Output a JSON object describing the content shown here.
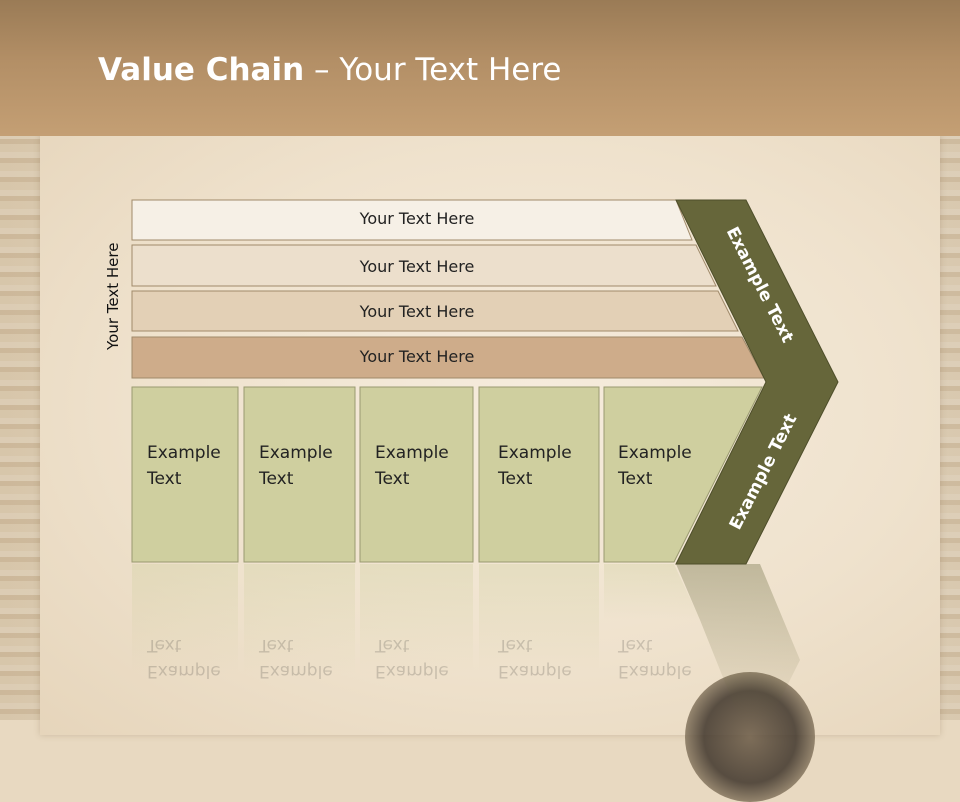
{
  "slide": {
    "title_bold": "Value Chain",
    "title_rest": " – Your Text Here",
    "side_label": "Your Text Here",
    "bars": [
      "Your Text Here",
      "Your Text Here",
      "Your Text Here",
      "Your Text Here"
    ],
    "columns": [
      {
        "line1": "Example",
        "line2": "Text"
      },
      {
        "line1": "Example",
        "line2": "Text"
      },
      {
        "line1": "Example",
        "line2": "Text"
      },
      {
        "line1": "Example",
        "line2": "Text"
      },
      {
        "line1": "Example",
        "line2": "Text"
      }
    ],
    "chevron_upper": "Example Text",
    "chevron_lower": "Example Text"
  },
  "colors": {
    "title_bar": "#b38f66",
    "chevron": "#66663a",
    "column_fill": "#cfcf9f",
    "bar1": "#f6f0e6",
    "bar2": "#ecdfcc",
    "bar3": "#e3d0b6",
    "bar4": "#ceac8a"
  }
}
